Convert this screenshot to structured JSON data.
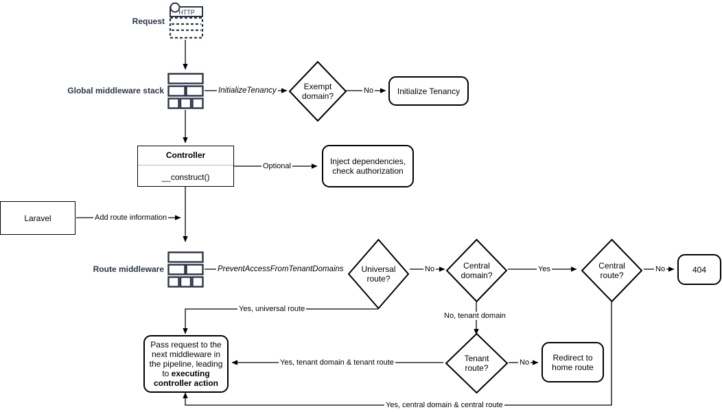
{
  "diagram": {
    "title": "Laravel multi-tenancy request lifecycle flowchart",
    "colors": {
      "icon": "#2c3447",
      "stroke": "#000000",
      "background": "#ffffff",
      "uml_divider": "#b9b9b9"
    }
  },
  "labels": {
    "request": "Request",
    "global_middleware_stack": "Global middleware stack",
    "route_middleware": "Route middleware"
  },
  "icons": {
    "http_request": "http-request-icon",
    "http_text": "HTTP",
    "middleware_stack": "middleware-stack-icon"
  },
  "nodes": {
    "exempt_domain": "Exempt\ndomain?",
    "initialize_tenancy": "Initialize Tenancy",
    "controller_title": "Controller",
    "controller_method": "__construct()",
    "inject_dependencies": "Inject dependencies,\ncheck authorization",
    "laravel": "Laravel",
    "universal_route": "Universal\nroute?",
    "central_domain": "Central\ndomain?",
    "central_route": "Central\nroute?",
    "not_found": "404",
    "tenant_route": "Tenant\nroute?",
    "redirect_home": "Redirect to\nhome route",
    "pass_request_plain_1": "Pass request to the next middleware in the pipeline, leading to ",
    "pass_request_bold": "executing controller action"
  },
  "edges": {
    "initialize_tenancy_mw": "InitializeTenancy",
    "exempt_no": "No",
    "optional": "Optional",
    "add_route_information": "Add route information",
    "prevent_access": "PreventAccessFromTenantDomains",
    "universal_no": "No",
    "central_domain_yes": "Yes",
    "central_route_no": "No",
    "yes_universal_route": "Yes, universal route",
    "no_tenant_domain": "No, tenant domain",
    "yes_tenant_domain_tenant_route": "Yes, tenant domain & tenant route",
    "tenant_route_no": "No",
    "yes_central_domain_central_route": "Yes, central domain & central route"
  }
}
